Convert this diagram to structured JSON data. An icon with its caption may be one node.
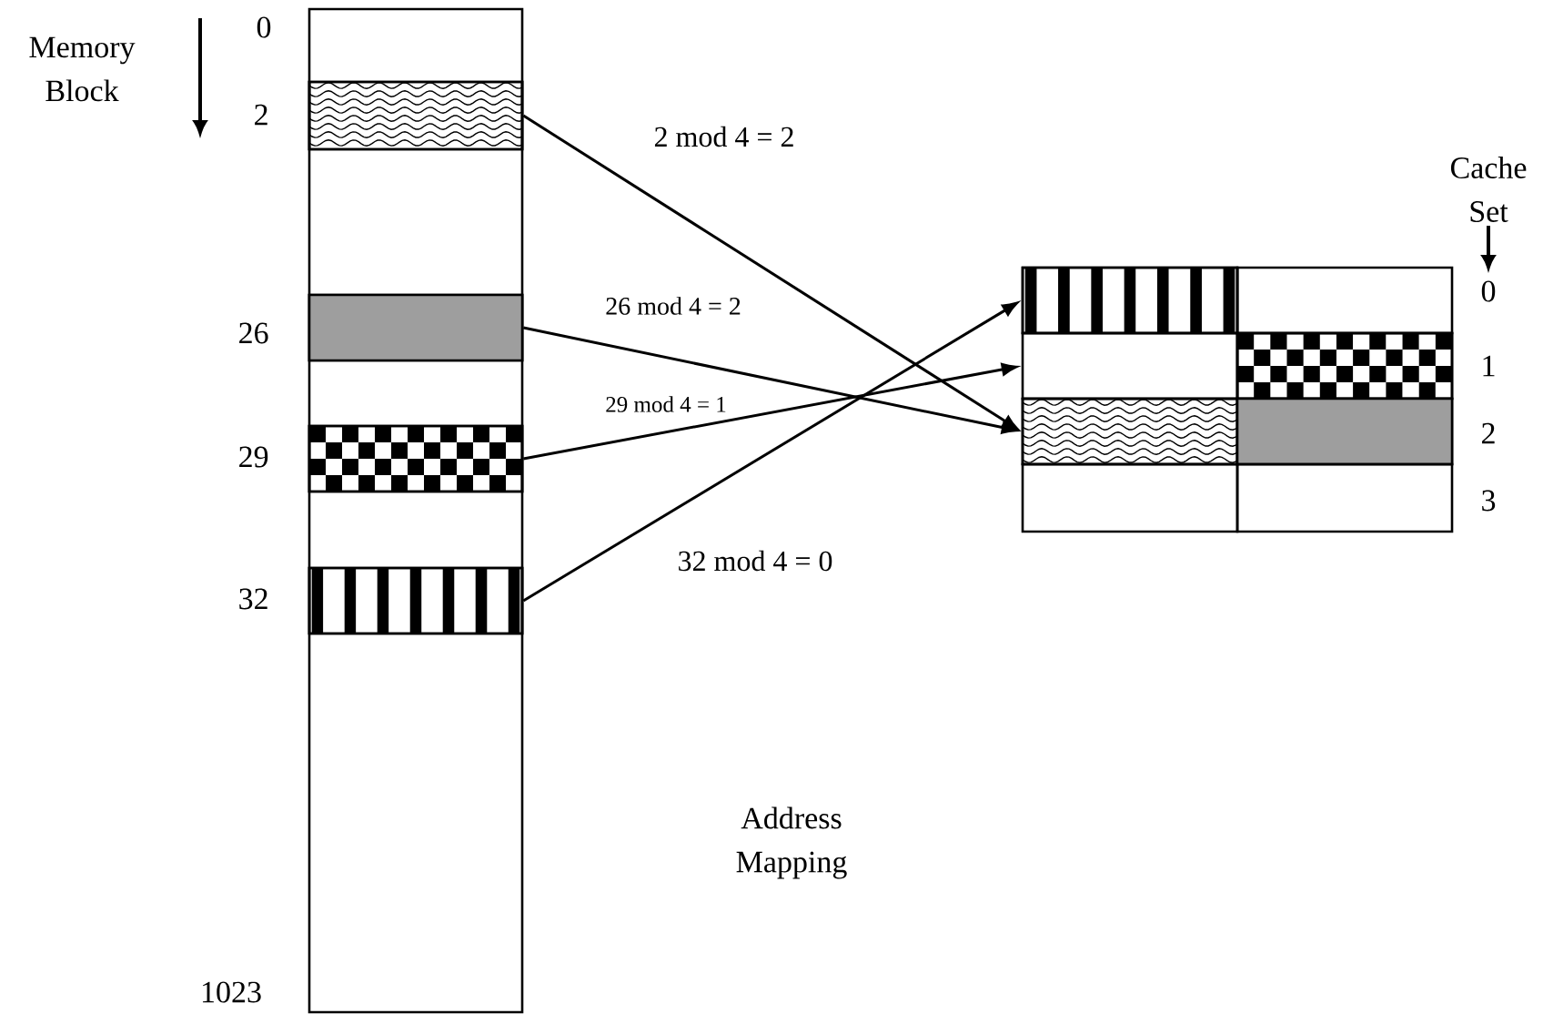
{
  "diagram": {
    "nodes": [
      {
        "text": [],
        "shape": "box"
      },
      {
        "text": [],
        "shape": "box",
        "in": 0,
        "beside": [
          "2"
        ]
      },
      {
        "text": [],
        "shape": "box",
        "in": 0,
        "beside": [
          "26"
        ]
      },
      {
        "text": [],
        "shape": "box",
        "in": 0,
        "beside": [
          "29"
        ]
      },
      {
        "text": [],
        "shape": "box",
        "in": 0,
        "beside": [
          "32"
        ]
      },
      {
        "text": [],
        "shape": "box"
      },
      {
        "text": [],
        "shape": "box"
      },
      {
        "text": [],
        "shape": "box"
      },
      {
        "text": [],
        "shape": "box"
      },
      {
        "text": [],
        "shape": "box"
      },
      {
        "text": [],
        "shape": "box"
      },
      {
        "text": [],
        "shape": "box"
      },
      {
        "text": [],
        "shape": "box"
      }
    ],
    "edges": [
      {
        "from": 1,
        "to": 9,
        "arrow": "to",
        "label": "2 mod 4 = 2"
      },
      {
        "from": 2,
        "to": 9,
        "arrow": "to",
        "label": "26 mod 4 = 2"
      },
      {
        "from": 3,
        "to": 7,
        "arrow": "to",
        "label": "29 mod 4 = 1"
      },
      {
        "from": 4,
        "to": 5,
        "arrow": "to",
        "label": "32 mod 4 = 0"
      }
    ],
    "labels": [
      "Memory Block",
      "0",
      "Cache Set",
      "0",
      "1",
      "2",
      "3",
      "Address Mapping",
      "1023"
    ]
  }
}
